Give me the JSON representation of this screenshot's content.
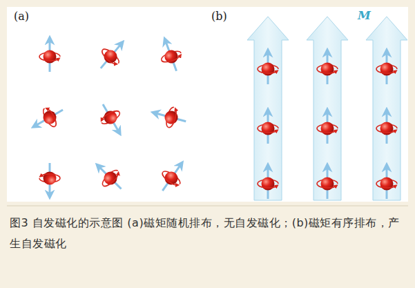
{
  "diagram": {
    "caption": "图3 自发磁化的示意图 (a)磁矩随机排布，无自发磁化；(b)磁矩有序排布，产生自发磁化",
    "labels": [
      "(a)",
      "(b)",
      "M"
    ]
  }
}
